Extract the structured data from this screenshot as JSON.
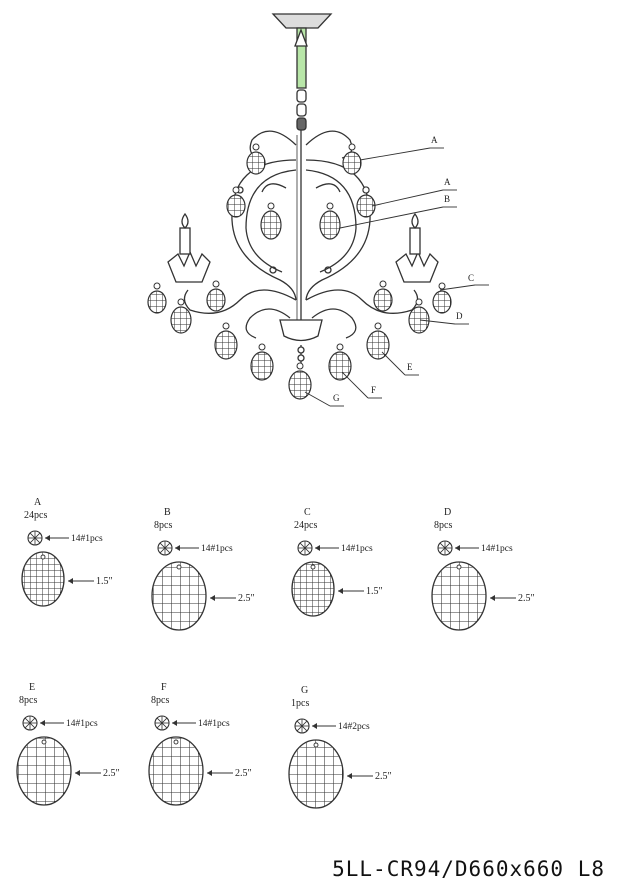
{
  "chandelier": {
    "callouts": [
      "A",
      "A",
      "B",
      "C",
      "D",
      "E",
      "F",
      "G"
    ]
  },
  "parts": [
    {
      "letter": "A",
      "qty": "24pcs",
      "bead": "14#1pcs",
      "size": "1.5″"
    },
    {
      "letter": "B",
      "qty": "8pcs",
      "bead": "14#1pcs",
      "size": "2.5″"
    },
    {
      "letter": "C",
      "qty": "24pcs",
      "bead": "14#1pcs",
      "size": "1.5″"
    },
    {
      "letter": "D",
      "qty": "8pcs",
      "bead": "14#1pcs",
      "size": "2.5″"
    },
    {
      "letter": "E",
      "qty": "8pcs",
      "bead": "14#1pcs",
      "size": "2.5″"
    },
    {
      "letter": "F",
      "qty": "8pcs",
      "bead": "14#1pcs",
      "size": "2.5″"
    },
    {
      "letter": "G",
      "qty": "1pcs",
      "bead": "14#2pcs",
      "size": "2.5″"
    }
  ],
  "model_code": "5LL-CR94/D660x660 L8",
  "colors": {
    "line": "#333333",
    "chain_accent": "#b8e6a8",
    "background": "#ffffff"
  }
}
